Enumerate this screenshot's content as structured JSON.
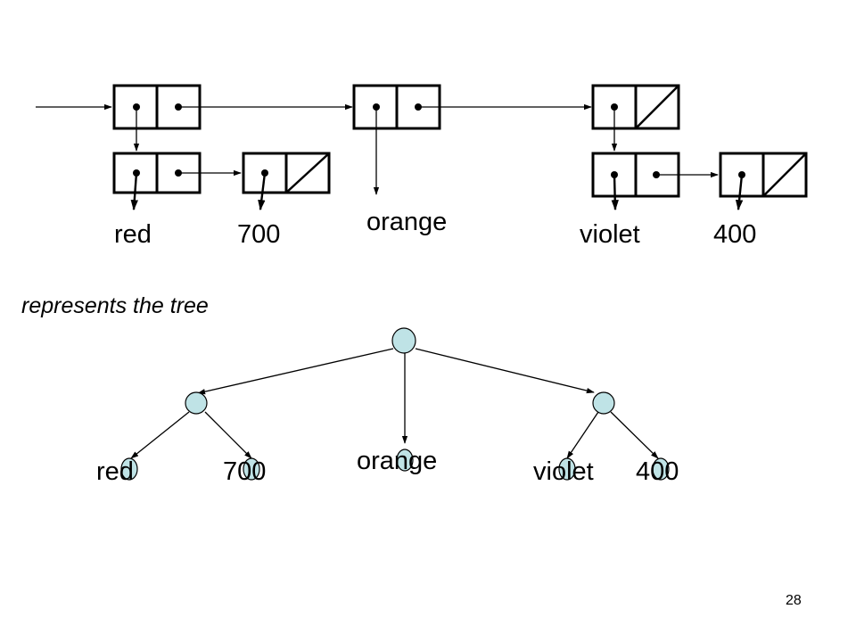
{
  "slide": {
    "caption": "represents the tree",
    "page_number": "28"
  },
  "list_labels": {
    "red": "red",
    "seven_hundred": "700",
    "orange": "orange",
    "violet": "violet",
    "four_hundred": "400"
  },
  "tree_labels": {
    "red": "red",
    "seven_hundred": "700",
    "orange": "orange",
    "violet": "violet",
    "four_hundred": "400"
  },
  "colors": {
    "node_fill": "#bfe3e6",
    "stroke": "#000000",
    "background": "#ffffff"
  }
}
